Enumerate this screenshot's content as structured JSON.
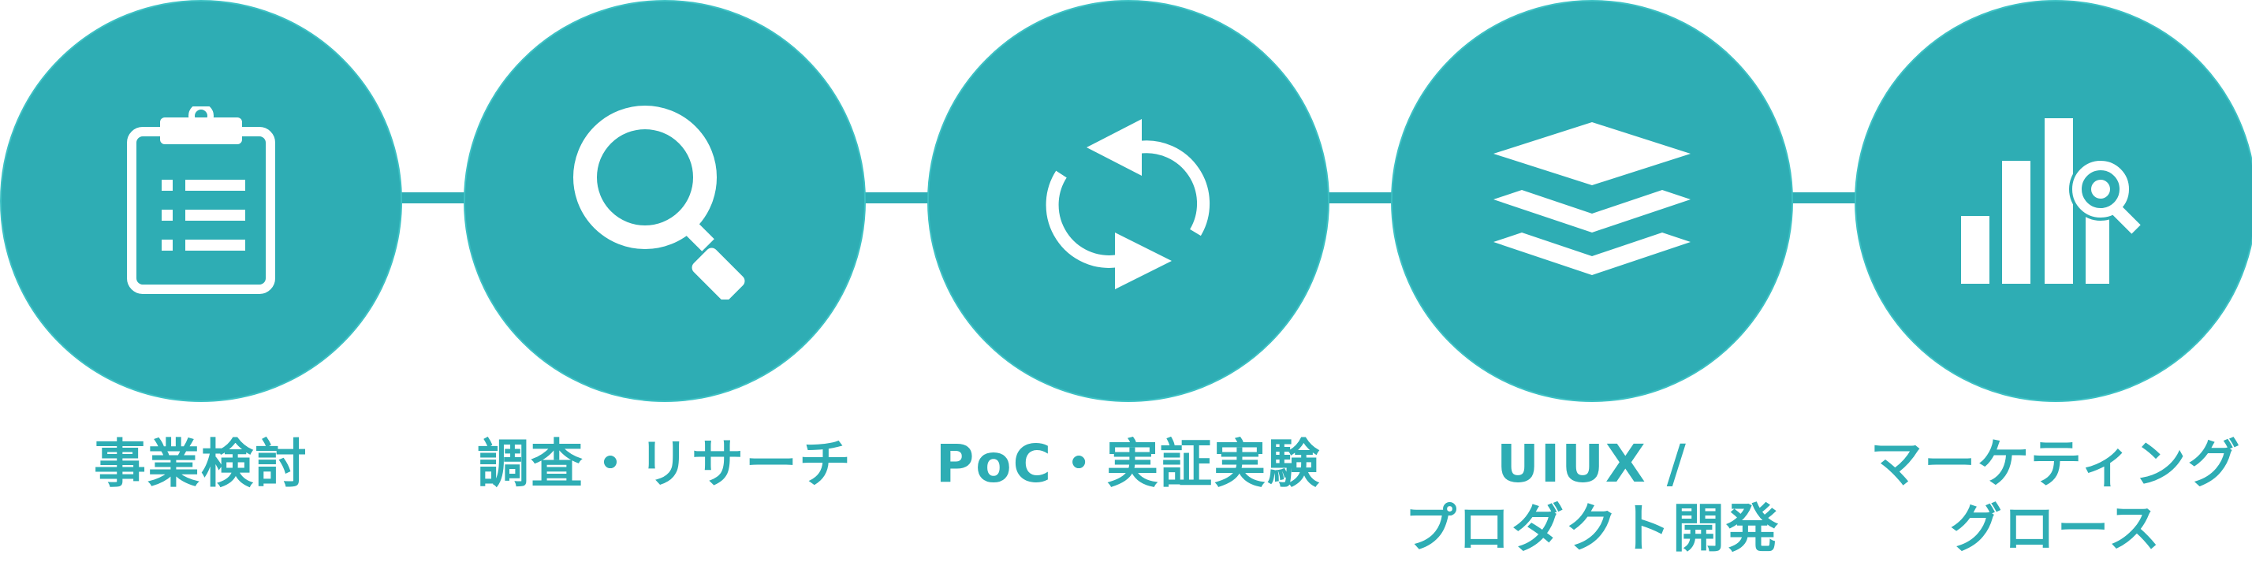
{
  "colors": {
    "accent": "#2eadb4",
    "icon": "#ffffff",
    "background": "#ffffff"
  },
  "steps": [
    {
      "icon": "clipboard-list-icon",
      "label_lines": [
        "事業検討"
      ]
    },
    {
      "icon": "magnifier-icon",
      "label_lines": [
        "調査・リサーチ"
      ]
    },
    {
      "icon": "refresh-cycle-icon",
      "label_lines": [
        "PoC・実証実験"
      ]
    },
    {
      "icon": "layers-icon",
      "label_lines": [
        "UIUX /",
        "プロダクト開発"
      ]
    },
    {
      "icon": "bar-chart-search-icon",
      "label_lines": [
        "マーケティング",
        "グロース"
      ]
    }
  ]
}
